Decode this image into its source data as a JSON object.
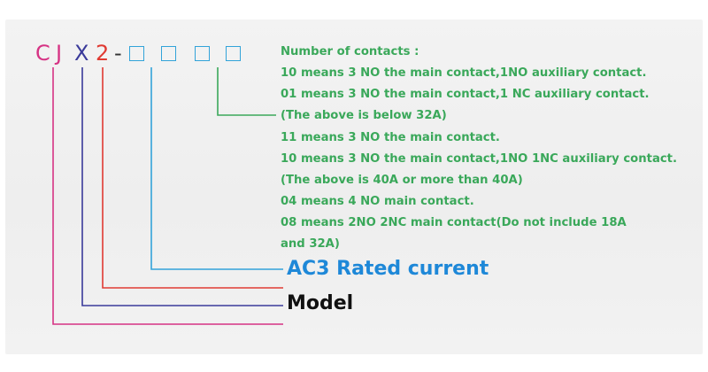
{
  "code": {
    "chars": [
      {
        "text": "C",
        "color": "#d63384"
      },
      {
        "text": "J",
        "color": "#d63384"
      },
      {
        "text": "X",
        "color": "#3a3a9a"
      },
      {
        "text": "2",
        "color": "#e03a32"
      },
      {
        "text": "-",
        "color": "#333333"
      }
    ],
    "box_color": "#32a3d9"
  },
  "contacts": {
    "color": "#3aa85a",
    "lines": [
      "Number of contacts :",
      "10 means 3 NO the main contact,1NO auxiliary contact.",
      "01 means 3 NO the main contact,1 NC auxiliary contact.",
      "(The above is below 32A)",
      "11 means 3 NO the main contact.",
      "10 means 3 NO the main contact,1NO 1NC auxiliary contact.",
      "(The above is 40A or more than 40A)",
      "04 means 4 NO main contact.",
      "08 means 2NO 2NC main contact(Do not include 18A",
      "and 32A)"
    ]
  },
  "rated_current": {
    "label": "AC3 Rated current",
    "color": "#1e88d8"
  },
  "model": {
    "label": "Model",
    "color": "#111111"
  },
  "connector_colors": {
    "contacts": "#3aa85a",
    "rated_current": "#32a3d9",
    "digit": "#e03a32",
    "model": "#3a3a9a",
    "series": "#d63384"
  }
}
